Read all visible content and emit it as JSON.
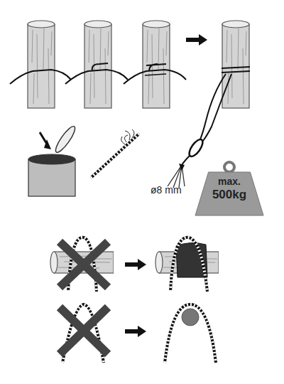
{
  "diagram": {
    "nodes": [
      {
        "text": [
          "max.",
          "500kg"
        ]
      }
    ],
    "labels": [
      "ø8 mm"
    ]
  }
}
